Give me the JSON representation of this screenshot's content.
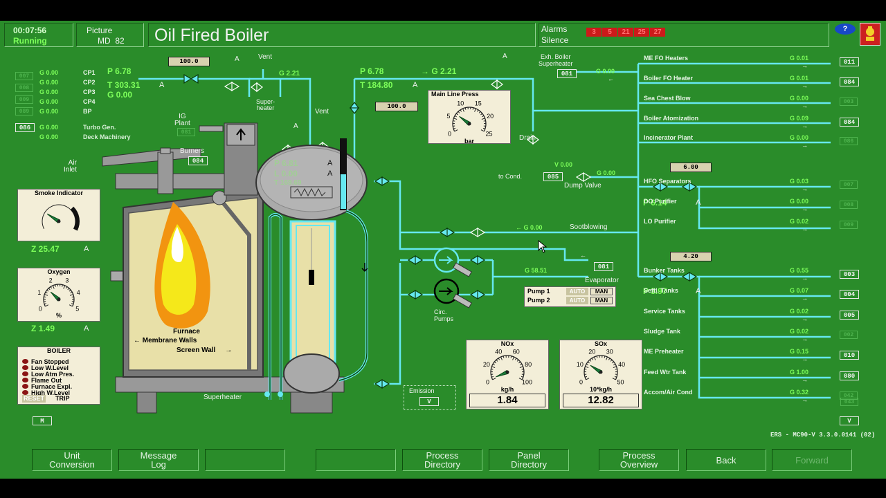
{
  "header": {
    "time": "00:07:56",
    "status": "Running",
    "picture_label": "Picture",
    "picture_id": "MD  82",
    "title": "Oil Fired Boiler",
    "alarms_label": "Alarms",
    "silence_label": "Silence",
    "alarm_numbers": [
      "3",
      "5",
      "21",
      "25",
      "27"
    ],
    "help_label": "?"
  },
  "left_panel": {
    "cp_tags": [
      "007",
      "008",
      "009",
      "089",
      "086"
    ],
    "cp_values": [
      "G 0.00",
      "G 0.00",
      "G 0.00",
      "G 0.00",
      "G 0.00"
    ],
    "cp_labels": [
      "CP1",
      "CP2",
      "CP3",
      "CP4",
      "BP"
    ],
    "turbo_value": "G 0.00",
    "turbo_label": "Turbo Gen.",
    "deck_value": "G 0.00",
    "deck_label": "Deck Machinery",
    "p_cp": "P 6.78",
    "t_cp": "T 303.31",
    "t_unit": "A",
    "g_cp": "G 0.00"
  },
  "boiler": {
    "sp_left": "100.0",
    "vent_label": "Vent",
    "vent2_label": "Vent",
    "g_221_top": "G 2.21",
    "superheater_label": "Super-\nheater",
    "ig_plant_label": "IG\nPlant",
    "ig_tag": "081",
    "burners_label": "Burners",
    "burners_tag": "084",
    "air_inlet_label": "Air\nInlet",
    "drum_p": "P 6.81",
    "drum_l": "L 0.00",
    "drum_t": "T 169.69",
    "drum_a1": "A",
    "drum_a2": "A",
    "furnace_label": "Furnace",
    "membrane_label": "Membrane Walls",
    "screen_wall_label": "Screen Wall",
    "superheater_bottom": "Superheater"
  },
  "main_line": {
    "p": "P 6.78",
    "g": "G 2.21",
    "t": "T 184.80",
    "a": "A",
    "sp": "100.0"
  },
  "main_press_gauge": {
    "title": "Main Line Press",
    "unit": "bar",
    "ticks": [
      "0",
      "5",
      "10",
      "15",
      "20",
      "25"
    ],
    "value": 6.8
  },
  "smoke": {
    "title": "Smoke Indicator",
    "value": "Z 25.47",
    "unit": "A",
    "level": 25.47
  },
  "oxygen": {
    "title": "Oxygen",
    "ticks": [
      "0",
      "1",
      "2",
      "3",
      "4",
      "5"
    ],
    "pct": "%",
    "value": "Z 1.49",
    "unit": "A",
    "level": 1.49
  },
  "boiler_alarms": {
    "title": "BOILER",
    "items": [
      "Fan Stopped",
      "Low W.Level",
      "Low Atm Pres.",
      "Flame Out",
      "Furnace Expl.",
      "High W.Level"
    ],
    "reset": "RESET",
    "trip": "TRIP",
    "m_btn": "M"
  },
  "exh_boiler": {
    "label": "Exh. Boiler\nSuperheater",
    "tag": "081",
    "g": "G 0.00",
    "drain": "Drain"
  },
  "dump": {
    "to_cond": "to Cond.",
    "tag": "085",
    "v": "V 0.00",
    "g": "G 0.00",
    "label": "Dump Valve"
  },
  "soot": {
    "g": "G 0.00",
    "label": "Sootblowing"
  },
  "evaporator": {
    "g": "G 58.51",
    "tag": "081",
    "label": "Evaporator"
  },
  "pumps": {
    "label": "Circ.\nPumps",
    "rows": [
      {
        "name": "Pump 1",
        "auto": "AUTO",
        "man": "MAN"
      },
      {
        "name": "Pump 2",
        "auto": "AUTO",
        "man": "MAN"
      }
    ]
  },
  "separators": {
    "sp": "6.00",
    "p": "P 6.14",
    "a": "A"
  },
  "bunker": {
    "sp": "4.20",
    "p": "P 3.97",
    "a": "A"
  },
  "consumers_top": [
    {
      "name": "ME FO Heaters",
      "g": "G 0.01",
      "tag": "011",
      "active": true
    },
    {
      "name": "Boiler FO Heater",
      "g": "G 0.01",
      "tag": "084",
      "active": true
    },
    {
      "name": "Sea Chest Blow",
      "g": "G 0.00",
      "tag": "003",
      "active": false
    },
    {
      "name": "Boiler Atomization",
      "g": "G 0.09",
      "tag": "084",
      "active": true
    },
    {
      "name": "Incinerator Plant",
      "g": "G 0.00",
      "tag": "086",
      "active": false
    }
  ],
  "consumers_sep": [
    {
      "name": "HFO Separators",
      "g": "G 0.03",
      "tag": "007",
      "active": false
    },
    {
      "name": "DO Purifier",
      "g": "G 0.00",
      "tag": "008",
      "active": false
    },
    {
      "name": "LO Purifier",
      "g": "G 0.02",
      "tag": "009",
      "active": false
    }
  ],
  "consumers_tanks": [
    {
      "name": "Bunker Tanks",
      "g": "G 0.55",
      "tag": "003",
      "active": true
    },
    {
      "name": "Settl. Tanks",
      "g": "G 0.07",
      "tag": "004",
      "active": true
    },
    {
      "name": "Service Tanks",
      "g": "G 0.02",
      "tag": "005",
      "active": true
    },
    {
      "name": "Sludge Tank",
      "g": "G 0.02",
      "tag": "002",
      "active": false
    },
    {
      "name": "ME Preheater",
      "g": "G 0.15",
      "tag": "010",
      "active": true
    },
    {
      "name": "Feed Wtr Tank",
      "g": "G 1.00",
      "tag": "080",
      "active": true
    },
    {
      "name": "Accom/Air Cond",
      "g": "G 0.32",
      "tag": "042",
      "active": false
    }
  ],
  "extra_tag": "043",
  "v_btn": "V",
  "emission": {
    "label": "Emission",
    "btn": "V"
  },
  "nox": {
    "title": "NOx",
    "unit": "kg/h",
    "ticks": [
      "0",
      "20",
      "40",
      "60",
      "80",
      "100"
    ],
    "value": "1.84",
    "level": 1.84
  },
  "sox": {
    "title": "SOx",
    "unit": "10*kg/h",
    "ticks": [
      "0",
      "10",
      "20",
      "30",
      "40",
      "50"
    ],
    "value": "12.82",
    "level": 12.82
  },
  "version": "ERS - MC90-V 3.3.0.0141 (02)",
  "footer": {
    "buttons": [
      "Unit\nConversion",
      "Message\nLog",
      "",
      "",
      "Process\nDirectory",
      "Panel\nDirectory",
      "Process\nOverview",
      "Back",
      "Forward"
    ]
  },
  "colors": {
    "background": "#2a8c2a",
    "pipe": "#66e8f0",
    "value_green": "#7dff5a",
    "alarm_red": "#cc1a1a",
    "flame_orange": "#f29410",
    "flame_yellow": "#f5e81a"
  }
}
